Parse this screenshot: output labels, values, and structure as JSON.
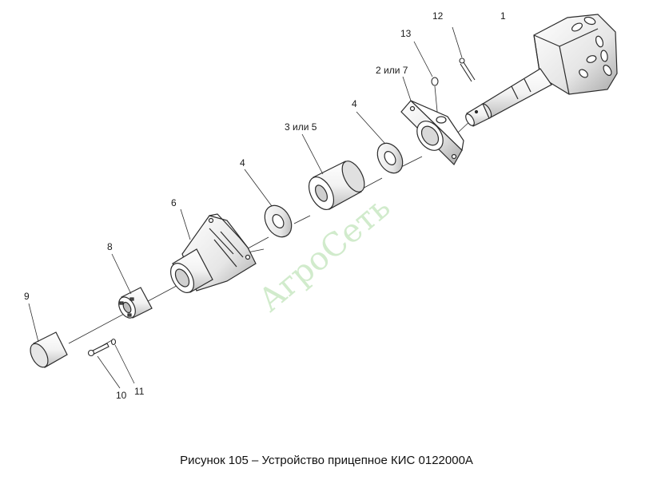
{
  "figure": {
    "caption": "Рисунок 105 – Устройство прицепное КИС 0122000А",
    "watermark": "АгроСеть",
    "callouts": {
      "c1": "1",
      "c12": "12",
      "c13": "13",
      "c2or7": "2 или 7",
      "c4a": "4",
      "c3or5": "3 или 5",
      "c4b": "4",
      "c6": "6",
      "c8": "8",
      "c9": "9",
      "c10": "10",
      "c11": "11"
    }
  },
  "colors": {
    "line": "#2b2b2b",
    "fill": "#ffffff",
    "shade": "#d9d9d9",
    "dark": "#9a9a9a",
    "watermark": "#c9e8c4"
  }
}
